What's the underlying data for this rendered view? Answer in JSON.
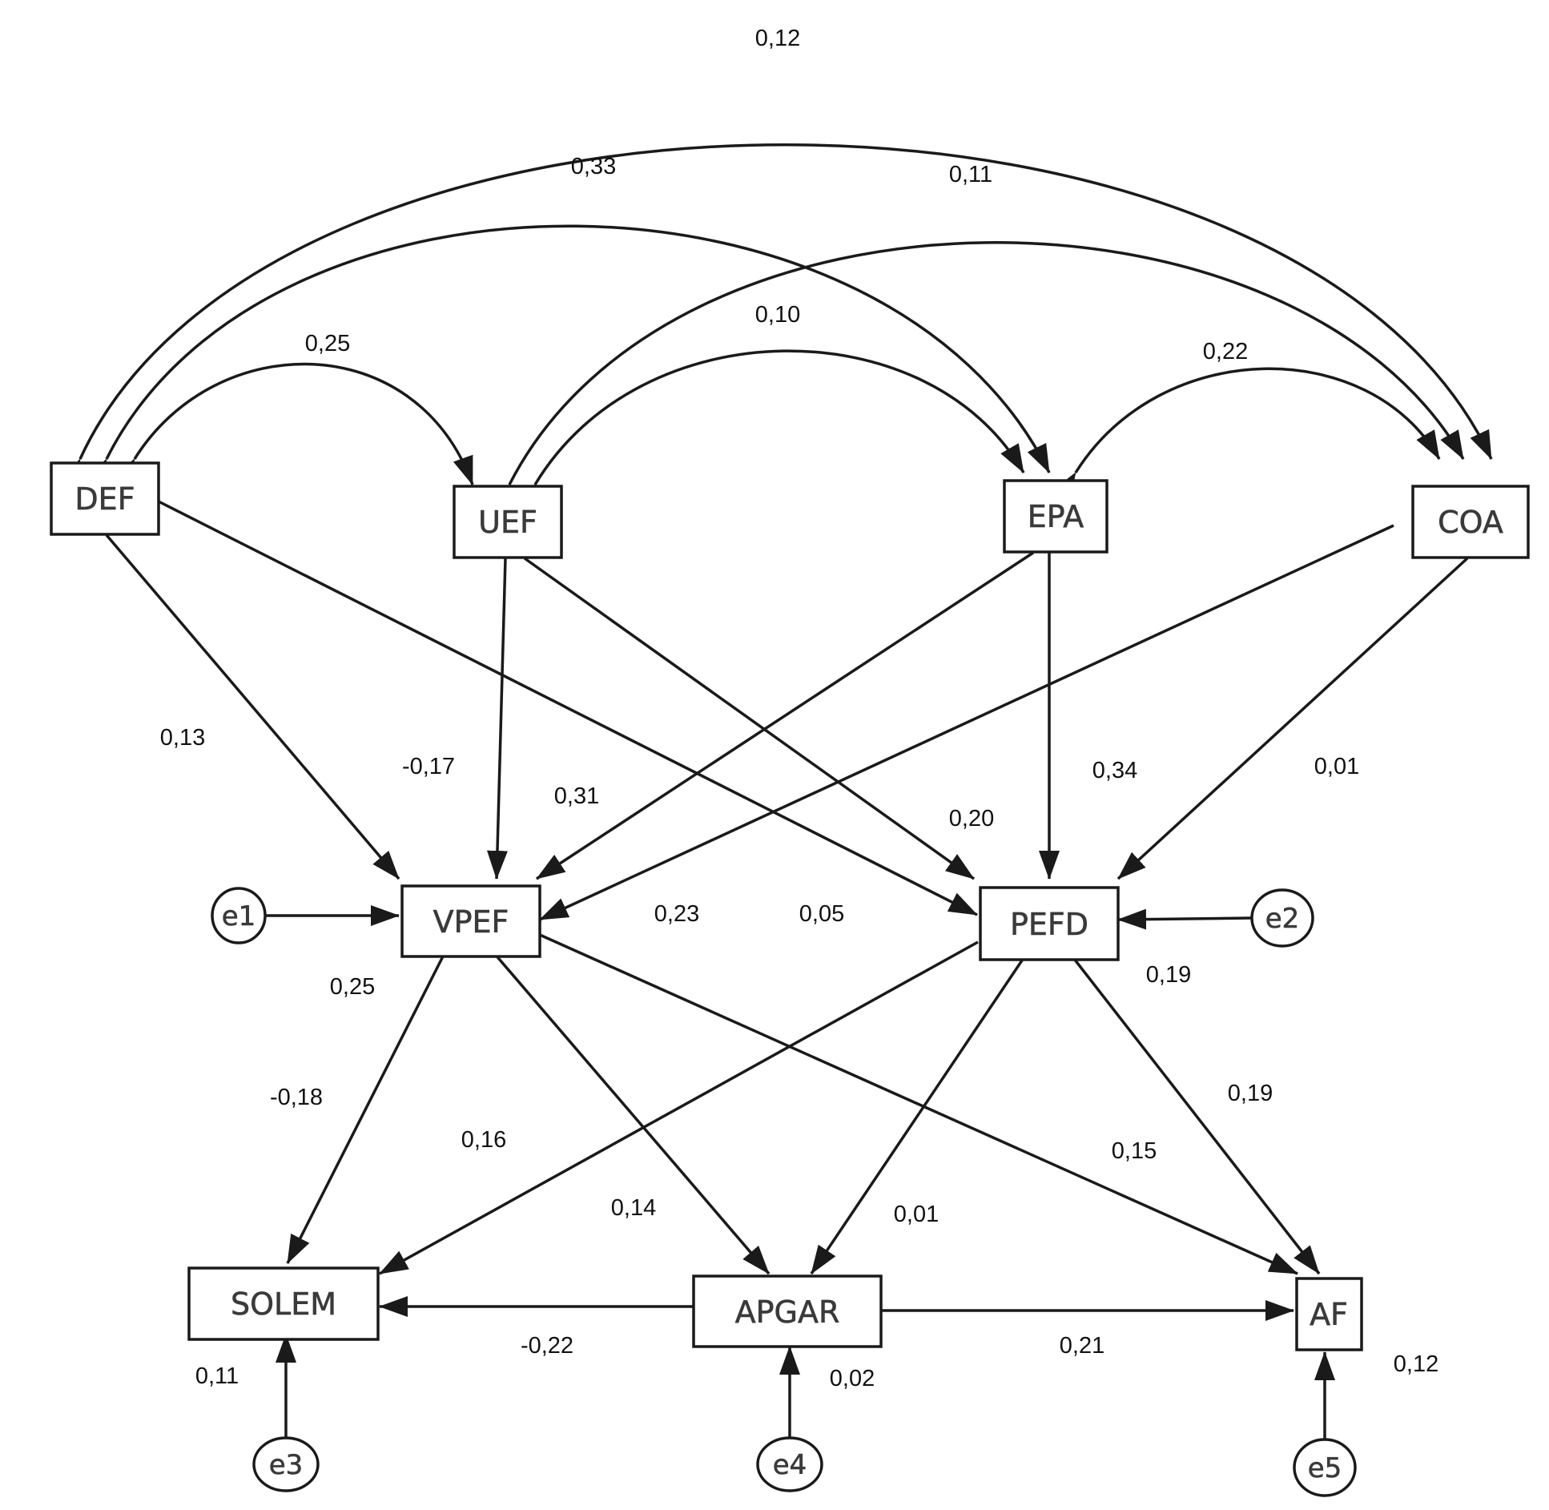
{
  "nodes": {
    "def": "DEF",
    "uef": "UEF",
    "epa": "EPA",
    "coa": "COA",
    "vpef": "VPEF",
    "pefd": "PEFD",
    "solem": "SOLEM",
    "apgar": "APGAR",
    "af": "AF",
    "e1": "e1",
    "e2": "e2",
    "e3": "e3",
    "e4": "e4",
    "e5": "e5"
  },
  "covariances": {
    "def_coa": "0,12",
    "def_epa": "0,33",
    "uef_coa": "0,11",
    "uef_epa": "0,10",
    "def_uef": "0,25",
    "epa_coa": "0,22"
  },
  "paths": {
    "def_vpef": "0,13",
    "uef_vpef": "-0,17",
    "epa_vpef": "0,31",
    "epa_pefd": "0,34",
    "coa_pefd": "0,01",
    "uef_pefd": "0,20",
    "coa_vpef": "0,23",
    "def_pefd": "0,05",
    "vpef_r2": "0,25",
    "pefd_r2": "0,19",
    "vpef_solem": "-0,18",
    "pefd_solem": "0,16",
    "vpef_apgar": "0,14",
    "pefd_apgar": "0,01",
    "vpef_af": "0,15",
    "pefd_af": "0,19",
    "apgar_solem": "-0,22",
    "apgar_af": "0,21",
    "solem_r2": "0,11",
    "apgar_r2": "0,02",
    "af_r2": "0,12"
  }
}
